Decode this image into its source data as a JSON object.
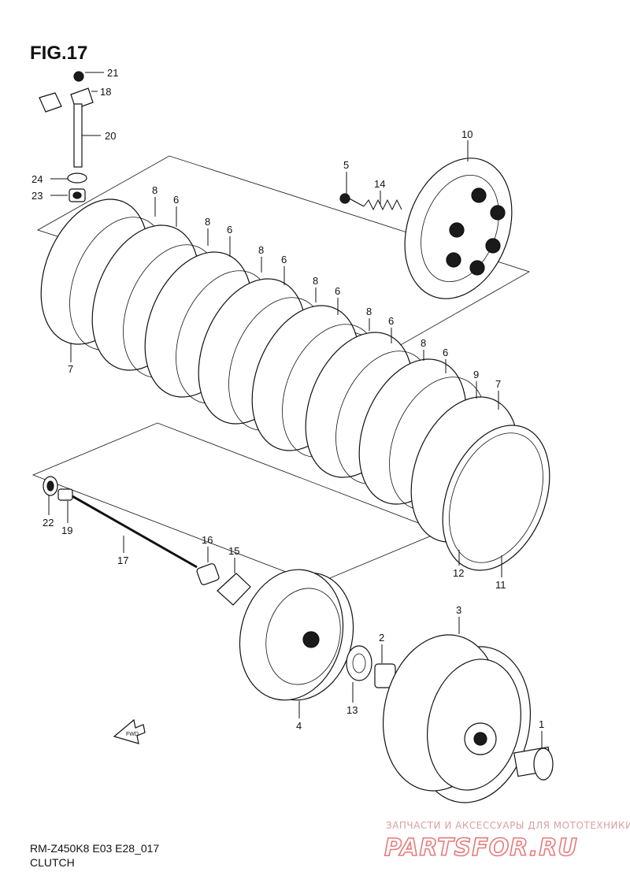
{
  "figure": {
    "title": "FIG.17",
    "model_code": "RM-Z450K8 E03 E28_017",
    "section_name": "CLUTCH",
    "fwd_label": "FWD"
  },
  "watermark": {
    "tagline": "ЗАПЧАСТИ И АКСЕССУАРЫ ДЛЯ МОТОТЕХНИКИ",
    "brand": "PARTSFOR.RU"
  },
  "callouts": [
    {
      "id": "c21",
      "label": "21"
    },
    {
      "id": "c18",
      "label": "18"
    },
    {
      "id": "c20",
      "label": "20"
    },
    {
      "id": "c24",
      "label": "24"
    },
    {
      "id": "c23",
      "label": "23"
    },
    {
      "id": "c10",
      "label": "10"
    },
    {
      "id": "c5",
      "label": "5"
    },
    {
      "id": "c14",
      "label": "14"
    },
    {
      "id": "c8a",
      "label": "8"
    },
    {
      "id": "c6a",
      "label": "6"
    },
    {
      "id": "c8b",
      "label": "8"
    },
    {
      "id": "c6b",
      "label": "6"
    },
    {
      "id": "c8c",
      "label": "8"
    },
    {
      "id": "c6c",
      "label": "6"
    },
    {
      "id": "c8d",
      "label": "8"
    },
    {
      "id": "c6d",
      "label": "6"
    },
    {
      "id": "c8e",
      "label": "8"
    },
    {
      "id": "c6e",
      "label": "6"
    },
    {
      "id": "c8f",
      "label": "8"
    },
    {
      "id": "c6f",
      "label": "6"
    },
    {
      "id": "c9",
      "label": "9"
    },
    {
      "id": "c7b",
      "label": "7"
    },
    {
      "id": "c7a",
      "label": "7"
    },
    {
      "id": "c12",
      "label": "12"
    },
    {
      "id": "c11",
      "label": "11"
    },
    {
      "id": "c22",
      "label": "22"
    },
    {
      "id": "c19",
      "label": "19"
    },
    {
      "id": "c17",
      "label": "17"
    },
    {
      "id": "c16",
      "label": "16"
    },
    {
      "id": "c15",
      "label": "15"
    },
    {
      "id": "c3",
      "label": "3"
    },
    {
      "id": "c2",
      "label": "2"
    },
    {
      "id": "c4",
      "label": "4"
    },
    {
      "id": "c13",
      "label": "13"
    },
    {
      "id": "c1",
      "label": "1"
    }
  ]
}
